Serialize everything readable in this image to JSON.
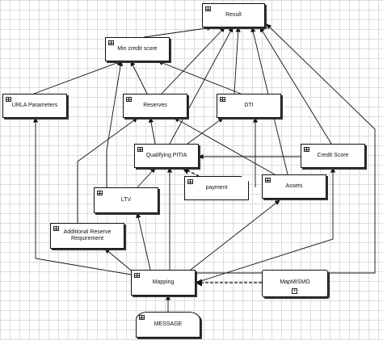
{
  "nodes": [
    {
      "id": "result",
      "label": "Result",
      "icon": "table-icon"
    },
    {
      "id": "min_credit",
      "label": "Min credit score",
      "icon": "table-icon"
    },
    {
      "id": "urla",
      "label": "URLA Parameters",
      "icon": "table-icon"
    },
    {
      "id": "reserves",
      "label": "Reserves",
      "icon": "table-icon"
    },
    {
      "id": "dti",
      "label": "DTI",
      "icon": "table-icon"
    },
    {
      "id": "pitia",
      "label": "Qualifying PITIA",
      "icon": "table-icon"
    },
    {
      "id": "credit_score",
      "label": "Credit Score",
      "icon": "table-icon"
    },
    {
      "id": "payment",
      "label": "payment",
      "icon": "table-icon"
    },
    {
      "id": "assets",
      "label": "Assets",
      "icon": "table-icon"
    },
    {
      "id": "ltv",
      "label": "LTV",
      "icon": "table-icon"
    },
    {
      "id": "add_reserve",
      "label": "Additional Reserve\nRequirement",
      "icon": "table-icon"
    },
    {
      "id": "mapping",
      "label": "Mapping",
      "icon": "table-icon"
    },
    {
      "id": "mapmismo",
      "label": "MapMISMO",
      "icon": "plus-box-icon"
    },
    {
      "id": "message",
      "label": "MESSAGE",
      "icon": "table-icon"
    }
  ],
  "edges": [
    {
      "from": "min_credit",
      "to": "result",
      "style": "solid"
    },
    {
      "from": "reserves",
      "to": "result",
      "style": "solid"
    },
    {
      "from": "dti",
      "to": "result",
      "style": "solid"
    },
    {
      "from": "pitia",
      "to": "result",
      "style": "solid"
    },
    {
      "from": "credit_score",
      "to": "result",
      "style": "solid"
    },
    {
      "from": "assets",
      "to": "result",
      "style": "solid"
    },
    {
      "from": "mapping",
      "to": "result",
      "style": "solid"
    },
    {
      "from": "urla",
      "to": "min_credit",
      "style": "solid"
    },
    {
      "from": "reserves",
      "to": "min_credit",
      "style": "solid"
    },
    {
      "from": "dti",
      "to": "min_credit",
      "style": "solid"
    },
    {
      "from": "ltv",
      "to": "min_credit",
      "style": "solid"
    },
    {
      "from": "pitia",
      "to": "reserves",
      "style": "solid"
    },
    {
      "from": "assets",
      "to": "reserves",
      "style": "solid"
    },
    {
      "from": "add_reserve",
      "to": "reserves",
      "style": "solid"
    },
    {
      "from": "pitia",
      "to": "dti",
      "style": "solid"
    },
    {
      "from": "assets",
      "to": "dti",
      "style": "solid"
    },
    {
      "from": "credit_score",
      "to": "pitia",
      "style": "solid"
    },
    {
      "from": "ltv",
      "to": "pitia",
      "style": "solid"
    },
    {
      "from": "payment",
      "to": "pitia",
      "style": "dashed"
    },
    {
      "from": "mapping",
      "to": "pitia",
      "style": "solid"
    },
    {
      "from": "mapping",
      "to": "ltv",
      "style": "solid"
    },
    {
      "from": "mapping",
      "to": "assets",
      "style": "solid"
    },
    {
      "from": "mapping",
      "to": "urla",
      "style": "solid"
    },
    {
      "from": "mapping",
      "to": "credit_score",
      "style": "solid"
    },
    {
      "from": "mapping",
      "to": "add_reserve",
      "style": "solid"
    },
    {
      "from": "mapmismo",
      "to": "mapping",
      "style": "dashed"
    },
    {
      "from": "message",
      "to": "mapping",
      "style": "solid"
    }
  ]
}
